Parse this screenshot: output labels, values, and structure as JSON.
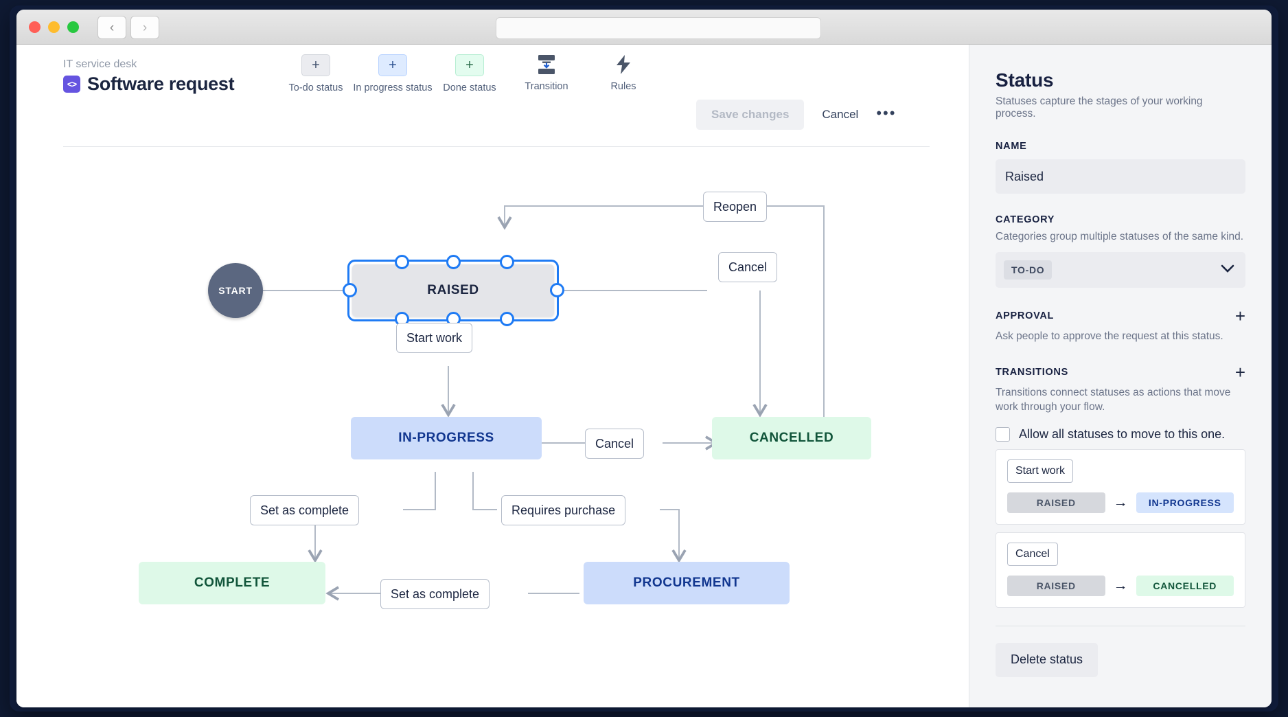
{
  "window": {
    "lights": [
      "close",
      "minimize",
      "zoom"
    ],
    "back_icon": "chevron-left-icon",
    "forward_icon": "chevron-right-icon",
    "url_value": "",
    "url_placeholder": ""
  },
  "header": {
    "breadcrumb": "IT service desk",
    "project_icon_glyph": "<>",
    "title": "Software request",
    "tools": [
      {
        "label": "To-do status",
        "glyph": "+",
        "kind": "todo"
      },
      {
        "label": "In progress status",
        "glyph": "+",
        "kind": "progress"
      },
      {
        "label": "Done status",
        "glyph": "+",
        "kind": "done"
      },
      {
        "label": "Transition",
        "glyph": "transition-icon",
        "kind": "icon"
      },
      {
        "label": "Rules",
        "glyph": "lightning-icon",
        "kind": "icon"
      }
    ],
    "save_label": "Save changes",
    "cancel_label": "Cancel",
    "more_label": "•••"
  },
  "flow": {
    "nodes": [
      {
        "id": "start",
        "label": "START",
        "type": "start"
      },
      {
        "id": "raised",
        "label": "RAISED",
        "type": "todo",
        "selected": true
      },
      {
        "id": "in-progress",
        "label": "IN-PROGRESS",
        "type": "progress"
      },
      {
        "id": "cancelled",
        "label": "CANCELLED",
        "type": "done"
      },
      {
        "id": "complete",
        "label": "COMPLETE",
        "type": "done"
      },
      {
        "id": "procurement",
        "label": "PROCUREMENT",
        "type": "progress"
      }
    ],
    "edge_labels": [
      {
        "id": "reopen",
        "label": "Reopen"
      },
      {
        "id": "cancel-raised",
        "label": "Cancel"
      },
      {
        "id": "start-work",
        "label": "Start work"
      },
      {
        "id": "cancel-progress",
        "label": "Cancel"
      },
      {
        "id": "set-complete-a",
        "label": "Set as complete"
      },
      {
        "id": "requires-purchase",
        "label": "Requires purchase"
      },
      {
        "id": "set-complete-b",
        "label": "Set as complete"
      }
    ]
  },
  "panel": {
    "title": "Status",
    "subtitle": "Statuses capture the stages of your working process.",
    "name_label": "NAME",
    "name_value": "Raised",
    "category_label": "CATEGORY",
    "category_help": "Categories group multiple statuses of the same kind.",
    "category_value": "TO-DO",
    "chevron": "⌄",
    "approval_label": "APPROVAL",
    "approval_help": "Ask people to approve the request at this status.",
    "approval_add": "+",
    "transitions_label": "TRANSITIONS",
    "transitions_help": "Transitions connect statuses as actions that move work through your flow.",
    "transitions_add": "+",
    "allow_all_label": "Allow all statuses to move to this one.",
    "allow_all_checked": false,
    "transitions": [
      {
        "name": "Start work",
        "from": "RAISED",
        "to": "IN-PROGRESS",
        "from_kind": "grey",
        "to_kind": "blue",
        "arrow": "→"
      },
      {
        "name": "Cancel",
        "from": "RAISED",
        "to": "CANCELLED",
        "from_kind": "grey",
        "to_kind": "green",
        "arrow": "→"
      }
    ],
    "delete_label": "Delete status"
  }
}
